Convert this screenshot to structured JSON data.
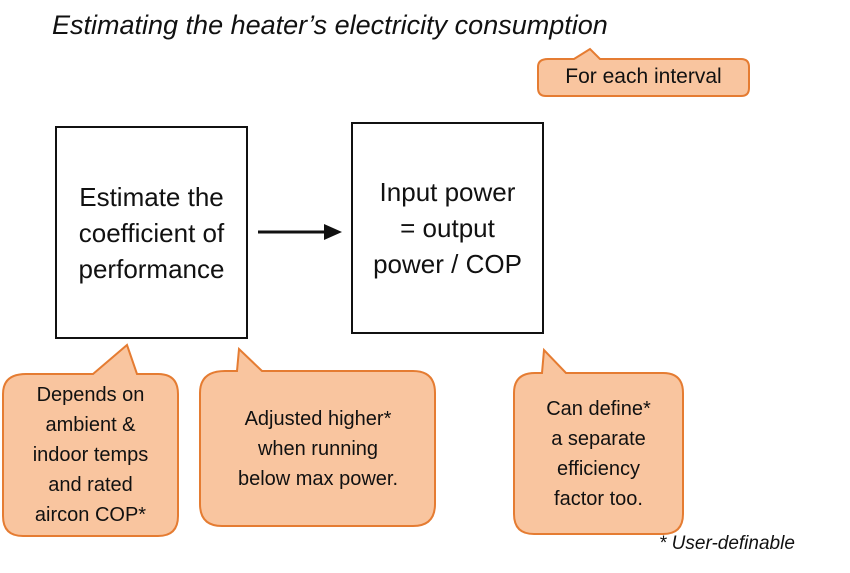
{
  "title": "Estimating the heater’s electricity consumption",
  "interval_callout": "For each interval",
  "boxes": {
    "estimate": "Estimate the\ncoefficient of\nperformance",
    "input": "Input power\n= output\npower / COP"
  },
  "callouts": {
    "depends": "Depends on\nambient &\nindoor temps\nand rated\naircon COP*",
    "adjusted": "Adjusted higher*\nwhen running\nbelow max power.",
    "define": "Can define*\na separate\nefficiency\nfactor too."
  },
  "footnote": "* User-definable",
  "colors": {
    "callout_fill": "#f9c59f",
    "callout_stroke": "#e57c32",
    "line": "#111111"
  }
}
